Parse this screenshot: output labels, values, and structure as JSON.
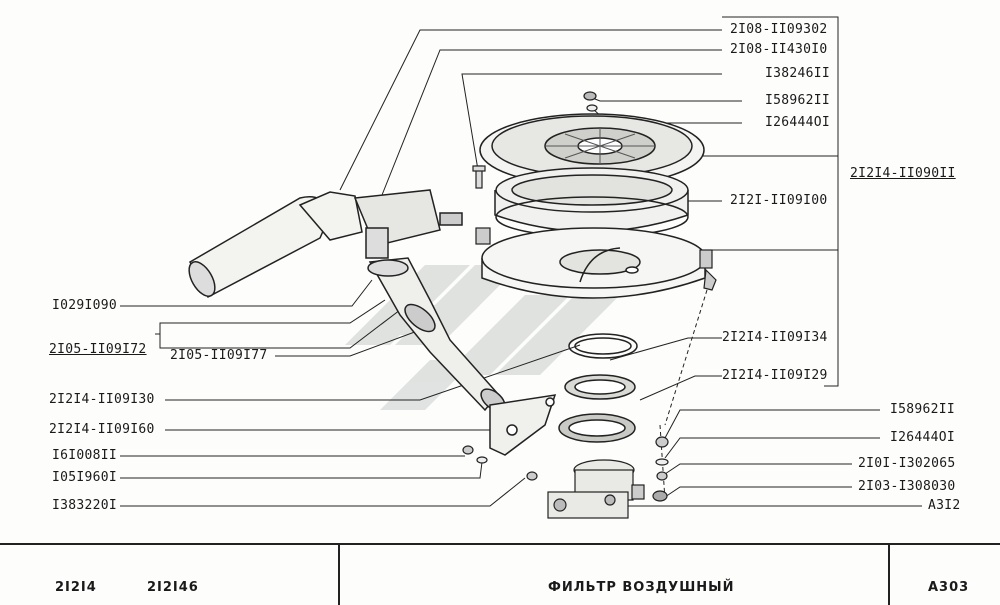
{
  "part_labels": {
    "p2108_1109302": "2I08-II09302",
    "p2108_1143010": "2I08-II430I0",
    "p1382461": "I38246II",
    "p1589621_top": "I58962II",
    "p1264401_top": "I26444OI",
    "p21214_110901": "2I2I4-II090II",
    "p2121_1109100": "2I2I-II09I00",
    "p1029109": "I029I090",
    "p2105_1109172": "2I05-II09I72",
    "p2105_1109177": "2I05-II09I77",
    "p21214_1109134": "2I2I4-II09I34",
    "p21214_1109129": "2I2I4-II09I29",
    "p21214_1109130": "2I2I4-II09I30",
    "p21214_1109160": "2I2I4-II09I60",
    "p1589621_bot": "I58962II",
    "p1264401_bot": "I26444OI",
    "p1610081": "I6I008II",
    "p2101_1302065": "2I0I-I302065",
    "p1051960": "I05I960I",
    "p2103_1308030": "2I03-I308030",
    "p1383220": "I383220I",
    "a312": "A3I2"
  },
  "footer": {
    "model1": "2I2I4",
    "model2": "2I2I46",
    "title": "ФИЛЬТР  ВОЗДУШНЫЙ",
    "code": "A303"
  }
}
